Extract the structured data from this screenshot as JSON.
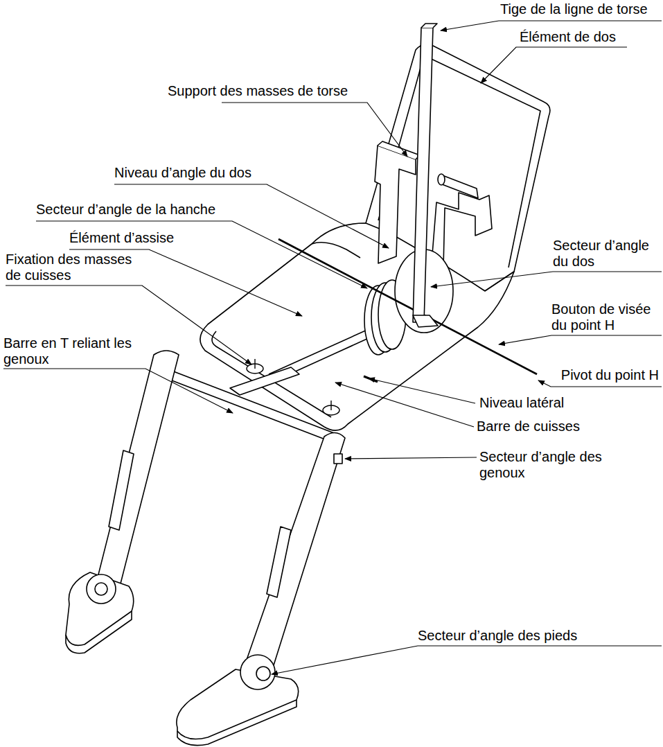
{
  "diagram": {
    "labels": [
      "Tige de la ligne de torse",
      "Élément de dos",
      "Support des masses de torse",
      "Niveau d’angle du dos",
      "Secteur d’angle de la hanche",
      "Élément d’assise",
      "Fixation des masses de cuisses",
      "Secteur d’angle du dos",
      "Bouton de visée du point H",
      "Pivot du point H",
      "Barre en T reliant les genoux",
      "Niveau latéral",
      "Barre de cuisses",
      "Secteur d’angle des genoux",
      "Secteur d’angle des pieds"
    ]
  }
}
